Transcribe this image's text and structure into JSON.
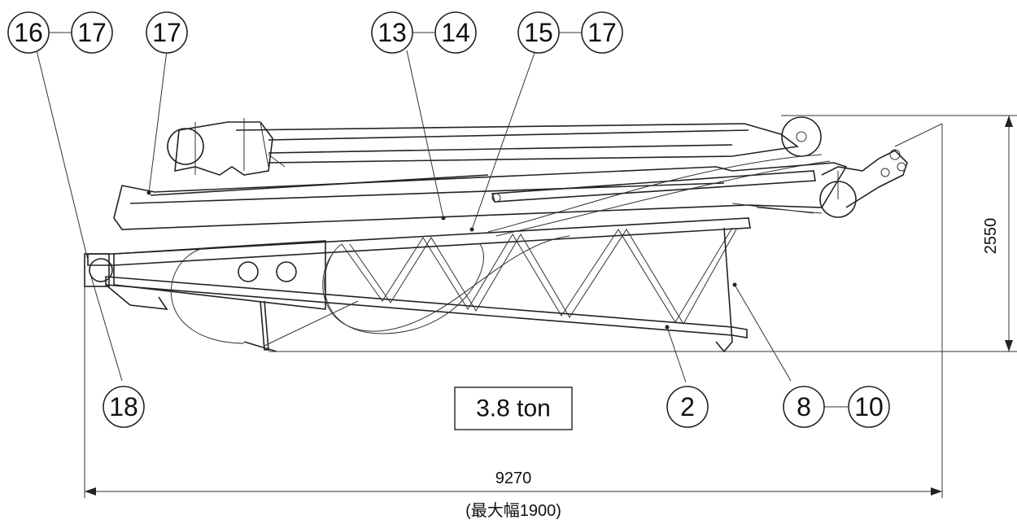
{
  "balloons_top": [
    {
      "group": "callout-16-17",
      "a": "16",
      "b": "17"
    },
    {
      "group": "callout-17",
      "a": "17"
    },
    {
      "group": "callout-13-14",
      "a": "13",
      "b": "14"
    },
    {
      "group": "callout-15-17",
      "a": "15",
      "b": "17"
    }
  ],
  "balloons_bottom": [
    {
      "group": "callout-18",
      "a": "18"
    },
    {
      "group": "callout-2",
      "a": "2"
    },
    {
      "group": "callout-8-10",
      "a": "8",
      "b": "10"
    }
  ],
  "weight_label": "3.8 ton",
  "dimensions": {
    "height": "2550",
    "width": "9270",
    "width_note": "(最大幅1900)"
  }
}
